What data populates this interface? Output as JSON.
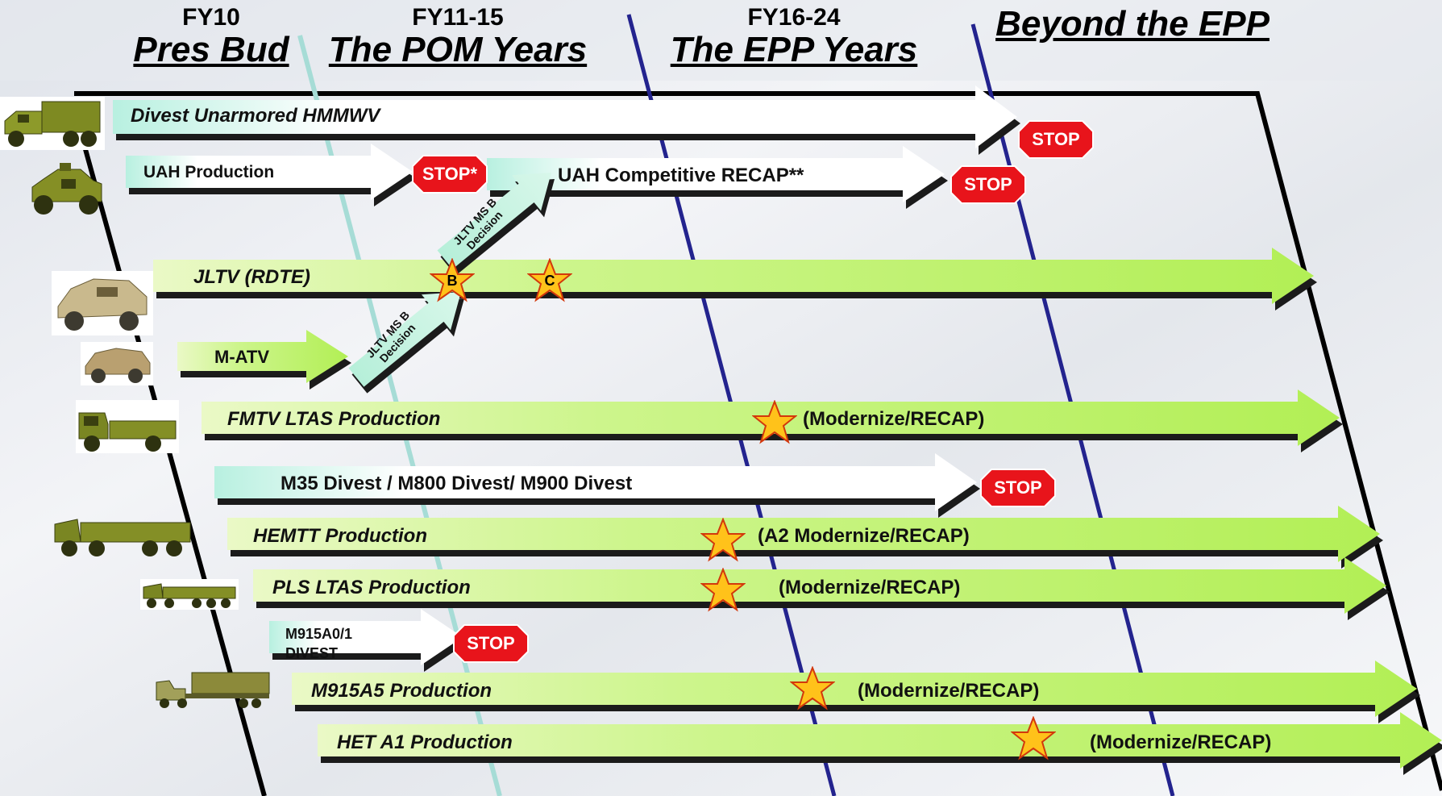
{
  "columns": [
    {
      "fy": "FY10",
      "title": "Pres Bud"
    },
    {
      "fy": "FY11-15",
      "title": "The POM Years"
    },
    {
      "fy": "FY16-24",
      "title": "The EPP Years"
    },
    {
      "fy": "",
      "title": "Beyond the EPP"
    }
  ],
  "rows": [
    {
      "label": "Divest Unarmored  HMMWV",
      "vehicle": "box-truck-icon"
    },
    {
      "label": "UAH Production",
      "vehicle": "humvee-icon"
    },
    {
      "label": "UAH Competitive RECAP**"
    },
    {
      "label": "JLTV  (RDTE)",
      "vehicle": "jltv-icon"
    },
    {
      "label": "M-ATV",
      "vehicle": "matv-icon"
    },
    {
      "label": "FMTV LTAS Production",
      "note": "(Modernize/RECAP)",
      "vehicle": "cargo-truck-icon"
    },
    {
      "label": "M35 Divest / M800 Divest/ M900 Divest"
    },
    {
      "label": "HEMTT Production",
      "note": "(A2 Modernize/RECAP)",
      "vehicle": "hemtt-icon"
    },
    {
      "label": "PLS LTAS Production",
      "note": "(Modernize/RECAP)",
      "vehicle": "pls-icon"
    },
    {
      "label": "M915A0/1 DIVEST"
    },
    {
      "label": "M915A5 Production",
      "note": "(Modernize/RECAP)",
      "vehicle": "tractor-trailer-icon"
    },
    {
      "label": "HET A1  Production",
      "note": "(Modernize/RECAP)"
    }
  ],
  "decisions": [
    "JLTV MS B Decision",
    "JLTV MS B Decision"
  ],
  "stop_labels": [
    "STOP",
    "STOP*",
    "STOP",
    "STOP",
    "STOP"
  ],
  "milestones": [
    "B",
    "C"
  ],
  "colors": {
    "green_arrow": "#c6f27a",
    "white_arrow": "#ffffff",
    "teal_arrow": "#c9f5e6",
    "stop_red": "#e8141b",
    "star_fill": "#ffc21a",
    "line_navy": "#23238e",
    "line_teal": "#a6dcd6"
  }
}
